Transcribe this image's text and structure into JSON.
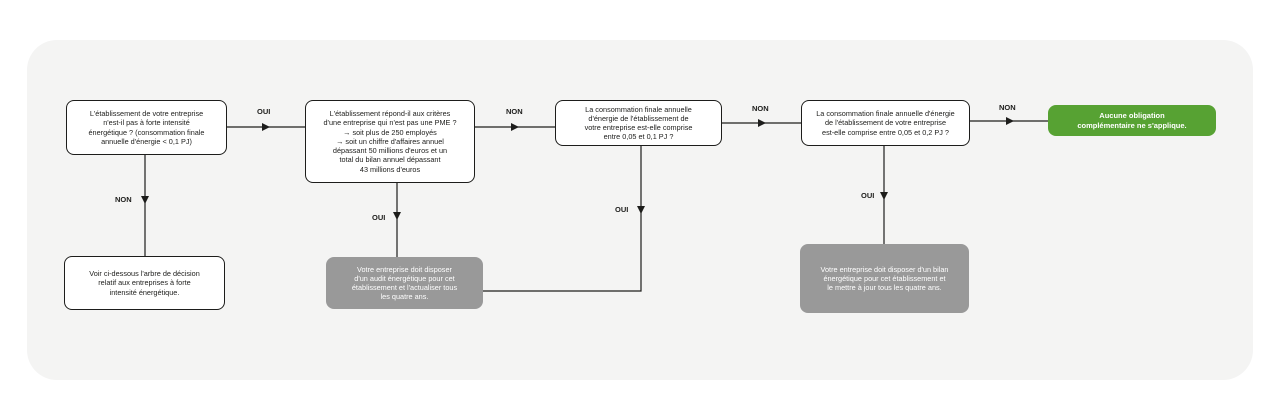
{
  "colors": {
    "panel": "#f4f4f3",
    "line": "#1d1d1b",
    "gray_box": "#999999",
    "green_box": "#57a233"
  },
  "nodes": {
    "q1": "L'établissement de votre entreprise\nn'est-il pas à forte intensité\nénergétique ? (consommation finale\nannuelle d'énergie < 0,1 PJ)",
    "q2": "L'établissement répond-il aux critères\nd'une entreprise qui n'est pas une PME ?\n→ soit plus de 250 employés\n→ soit un chiffre d'affaires annuel\ndépassant 50 millions d'euros et un\ntotal du bilan annuel dépassant\n43 millions d'euros",
    "q3": "La consommation finale annuelle\nd'énergie de l'établissement de\nvotre entreprise est-elle comprise\nentre 0,05 et 0,1 PJ ?",
    "q4": "La consommation finale annuelle d'énergie\nde l'établissement de votre entreprise\nest-elle comprise entre 0,05 et 0,2 PJ ?",
    "r_none": "Aucune obligation\ncomplémentaire ne s'applique.",
    "r_high": "Voir ci-dessous l'arbre de décision\nrelatif aux entreprises à forte\nintensité énergétique.",
    "r_audit": "Votre entreprise doit disposer\nd'un audit énergétique pour cet\nétablissement et l'actualiser tous\nles quatre ans.",
    "r_bilan": "Votre entreprise doit disposer d'un bilan\nénergétique pour cet établissement et\nle mettre à jour tous les quatre ans."
  },
  "edges": {
    "q1_q2": "OUI",
    "q1_high": "NON",
    "q2_q3": "NON",
    "q2_audit": "OUI",
    "q3_q4": "NON",
    "q3_audit": "OUI",
    "q4_none": "NON",
    "q4_bilan": "OUI"
  }
}
